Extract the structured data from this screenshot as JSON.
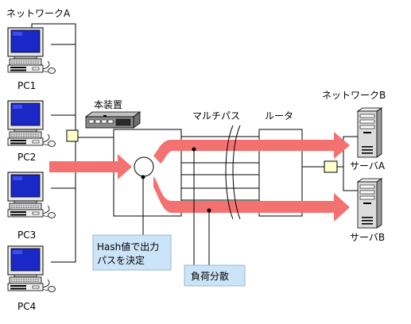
{
  "network_a": {
    "label": "ネットワークA"
  },
  "network_b": {
    "label": "ネットワークB"
  },
  "pcs": [
    {
      "label": "PC1"
    },
    {
      "label": "PC2"
    },
    {
      "label": "PC3"
    },
    {
      "label": "PC4"
    }
  ],
  "device": {
    "label": "本装置"
  },
  "multipath": {
    "label": "マルチパス"
  },
  "router": {
    "label": "ルータ"
  },
  "servers": [
    {
      "label": "サーバA"
    },
    {
      "label": "サーバB"
    }
  ],
  "callouts": {
    "hash": {
      "line1": "Hash値で出力",
      "line2": "パスを決定"
    },
    "load_balance": {
      "label": "負荷分散"
    }
  },
  "colors": {
    "flow_arrow": "#f47171",
    "switch_hub": "#ffffcc",
    "callout_bg": "#cce4f7",
    "callout_border": "#9ab8d4",
    "monitor_screen": "#1a28c8",
    "chassis_gray": "#d0d0d0"
  }
}
